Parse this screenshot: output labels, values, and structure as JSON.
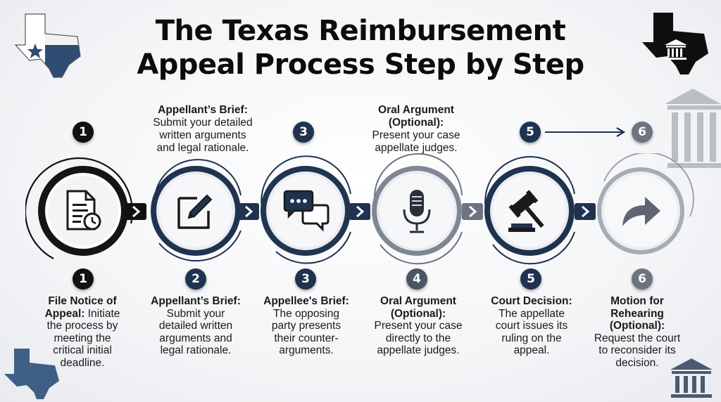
{
  "title": {
    "line1": "The Texas Reimbursement",
    "line2": "Appeal Process Step by Step"
  },
  "top_captions": [
    {
      "step": "2",
      "heading": "Appellant’s Brief:",
      "text": [
        "Submit your detailed",
        "written arguments",
        "and legal rationale."
      ]
    },
    {
      "step": "4",
      "heading": "Oral Argument",
      "heading2": "(Optional):",
      "text": [
        "Present your case",
        "appellate judges."
      ]
    }
  ],
  "top_badges": [
    "1",
    "3",
    "5",
    "6"
  ],
  "steps": [
    {
      "number": "1",
      "icon": "document-clock-icon",
      "heading": "File Notice of Appeal:",
      "lines": [
        "File Notice of",
        "Appeal: Initiate",
        "the process by",
        "meeting the",
        "critical initial",
        "deadline."
      ]
    },
    {
      "number": "2",
      "icon": "pen-paper-icon",
      "heading": "Appellant’s Brief:",
      "lines": [
        "Appellant’s Brief:",
        "Submit your",
        "detailed written",
        "arguments and",
        "legal rationale."
      ]
    },
    {
      "number": "3",
      "icon": "chat-bubbles-icon",
      "heading": "Appellee's Brief:",
      "lines": [
        "Appellee's Brief:",
        "The opposing",
        "party presents",
        "their counter-",
        "arguments."
      ]
    },
    {
      "number": "4",
      "icon": "microphone-icon",
      "heading": "Oral Argument (Optional):",
      "lines": [
        "Oral Argument",
        "(Optional):",
        "Present your case",
        "directly to the",
        "appellate judges."
      ]
    },
    {
      "number": "5",
      "icon": "gavel-icon",
      "heading": "Court Decision:",
      "lines": [
        "Court Decision:",
        "The appellate",
        "court issues its",
        "ruling on the",
        "appeal."
      ]
    },
    {
      "number": "6",
      "icon": "redo-arrow-icon",
      "heading": "Motion for Rehearing (Optional):",
      "lines": [
        "Motion for",
        "Rehearing",
        "(Optional):",
        "Request the court",
        "to reconsider its",
        "decision."
      ]
    }
  ],
  "colors": {
    "navy": "#1f3350",
    "dark": "#111111",
    "gray": "#6d7480",
    "texas_blue": "#3f5f86"
  },
  "decor_icons": [
    "texas-flag-map-icon",
    "texas-courthouse-icon",
    "courthouse-icon",
    "texas-map-icon",
    "courthouse-small-icon"
  ]
}
